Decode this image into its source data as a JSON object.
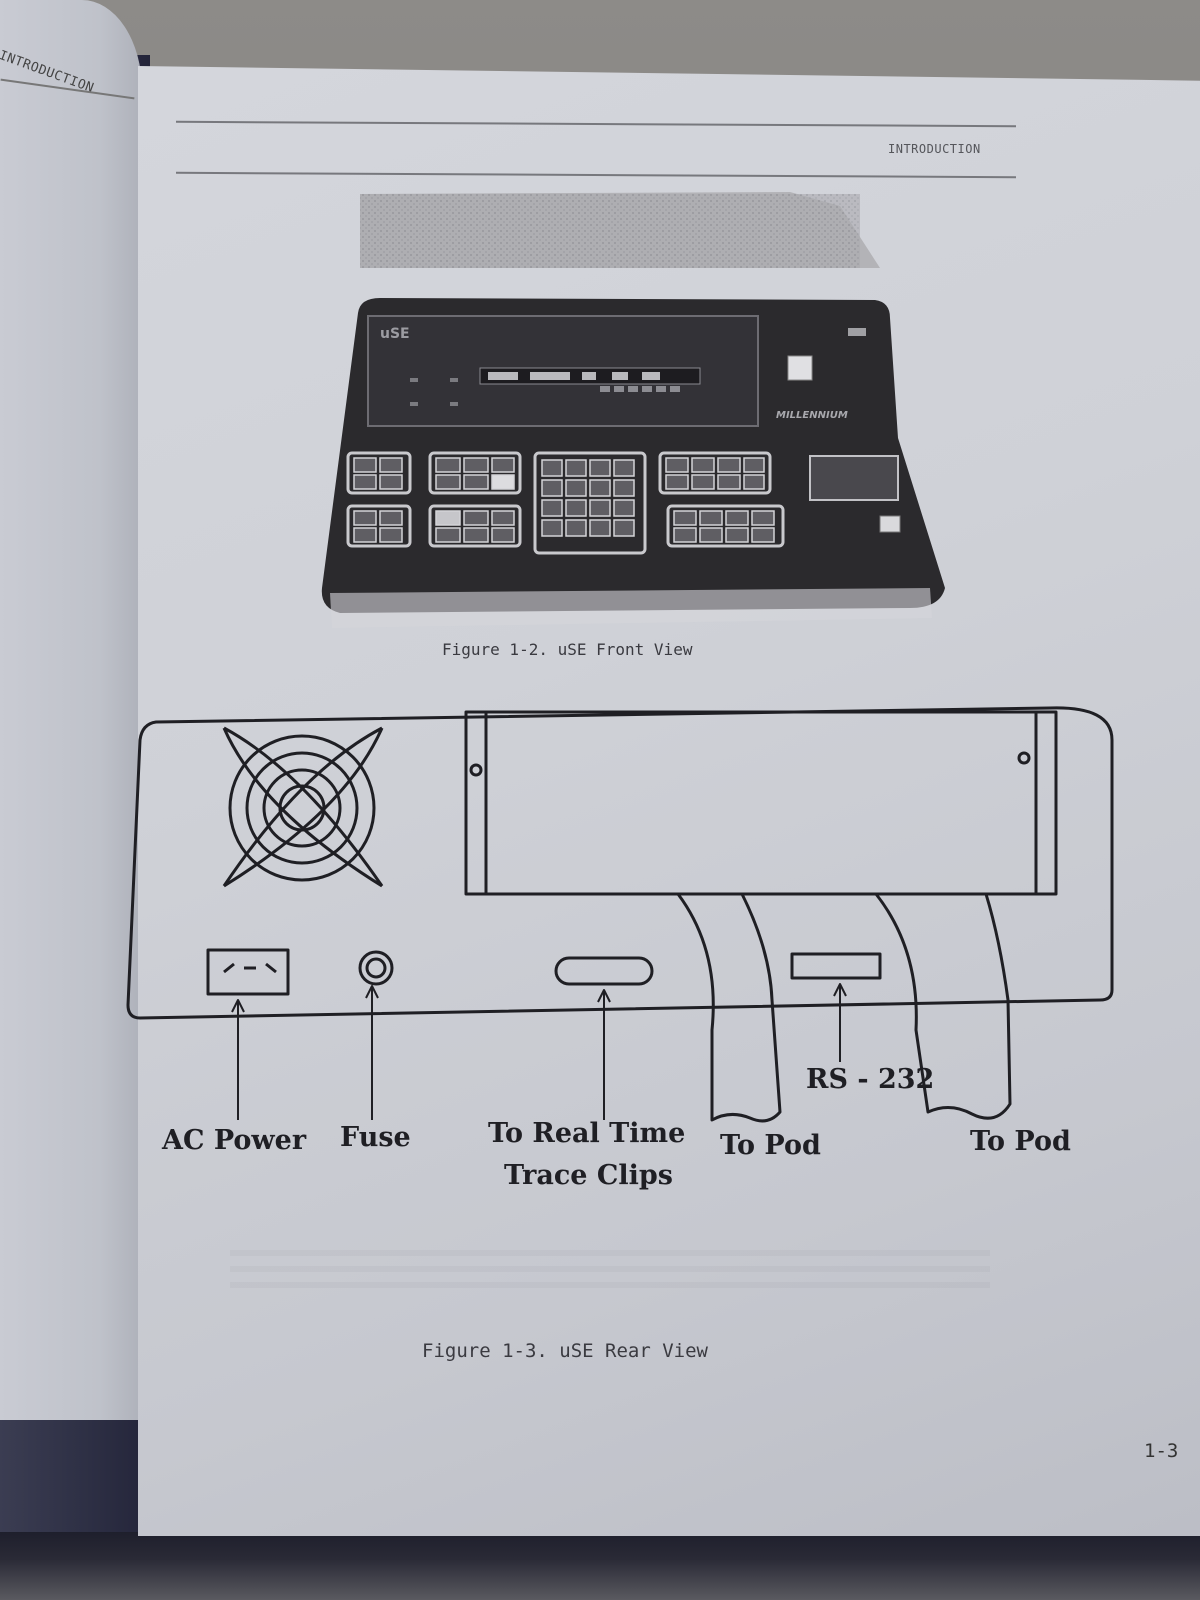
{
  "left_page": {
    "tab_text": "INTRODUCTION"
  },
  "page": {
    "header": "INTRODUCTION",
    "figure_1_2": {
      "caption": "Figure 1-2.  uSE Front View",
      "panel_brand": "uSE",
      "panel_logo": "MILLENNIUM"
    },
    "figure_1_3": {
      "caption": "Figure 1-3.  uSE Rear View",
      "labels": {
        "ac_power": "AC Power",
        "fuse": "Fuse",
        "trace_line1": "To Real Time",
        "trace_line2": "Trace Clips",
        "to_pod_1": "To Pod",
        "rs232": "RS - 232",
        "to_pod_2": "To Pod"
      }
    },
    "page_number": "1-3"
  },
  "colors": {
    "paper": "#cfd1d7",
    "ink": "#1f1f24",
    "device_body": "#2b2a2d",
    "binder": "#2d2f44"
  }
}
